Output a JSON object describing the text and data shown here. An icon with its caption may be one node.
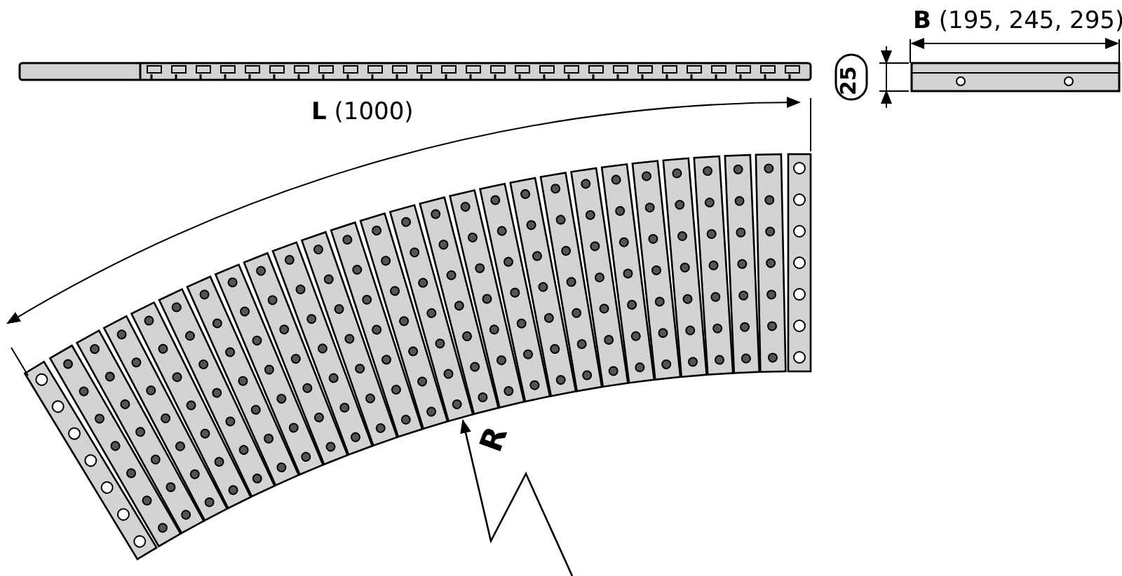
{
  "diagram": {
    "labels": [
      "**B** (195, 245, 295)",
      "25",
      "**L** (1000)",
      "R"
    ]
  }
}
